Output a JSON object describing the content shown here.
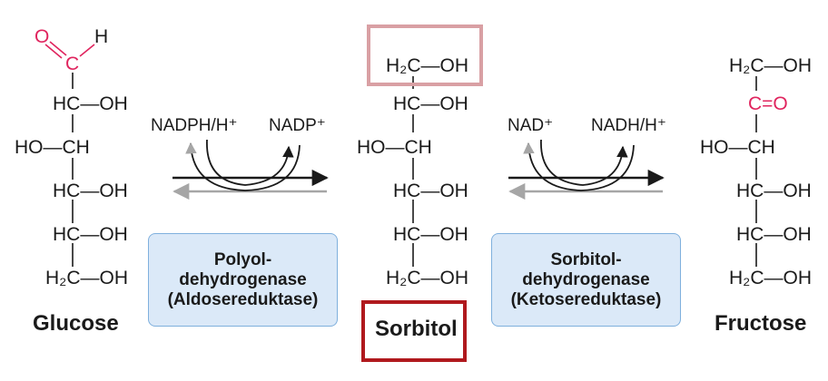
{
  "molecules": {
    "glucose": {
      "name": "Glucose",
      "c1_O": "O",
      "c1_C": "C",
      "c1_H": "H",
      "row2": "HC—OH",
      "row3": "HO—CH",
      "row4": "HC—OH",
      "row5": "HC—OH",
      "row6": "H₂C—OH"
    },
    "sorbitol": {
      "name": "Sorbitol",
      "row1": "H₂C—OH",
      "row2": "HC—OH",
      "row3": "HO—CH",
      "row4": "HC—OH",
      "row5": "HC—OH",
      "row6": "H₂C—OH"
    },
    "fructose": {
      "name": "Fructose",
      "row1": "H₂C—OH",
      "row2": "C=O",
      "row3": "HO—CH",
      "row4": "HC—OH",
      "row5": "HC—OH",
      "row6": "H₂C—OH"
    }
  },
  "reaction1": {
    "cofactor_in": "NADPH/H⁺",
    "cofactor_out": "NADP⁺",
    "enzyme_lines": [
      "Polyol-",
      "dehydrogenase",
      "(Aldosereduktase)"
    ]
  },
  "reaction2": {
    "cofactor_in": "NAD⁺",
    "cofactor_out": "NADH/H⁺",
    "enzyme_lines": [
      "Sorbitol-",
      "dehydrogenase",
      "(Ketosereduktase)"
    ]
  },
  "colors": {
    "carbonyl": "#e0245e",
    "highlight_light": "#d9a0a4",
    "highlight_dark": "#b0191e",
    "enzyme_fill": "#dbe9f8",
    "enzyme_border": "#7fb0dd",
    "reverse_arrow": "#a6a6a6"
  }
}
